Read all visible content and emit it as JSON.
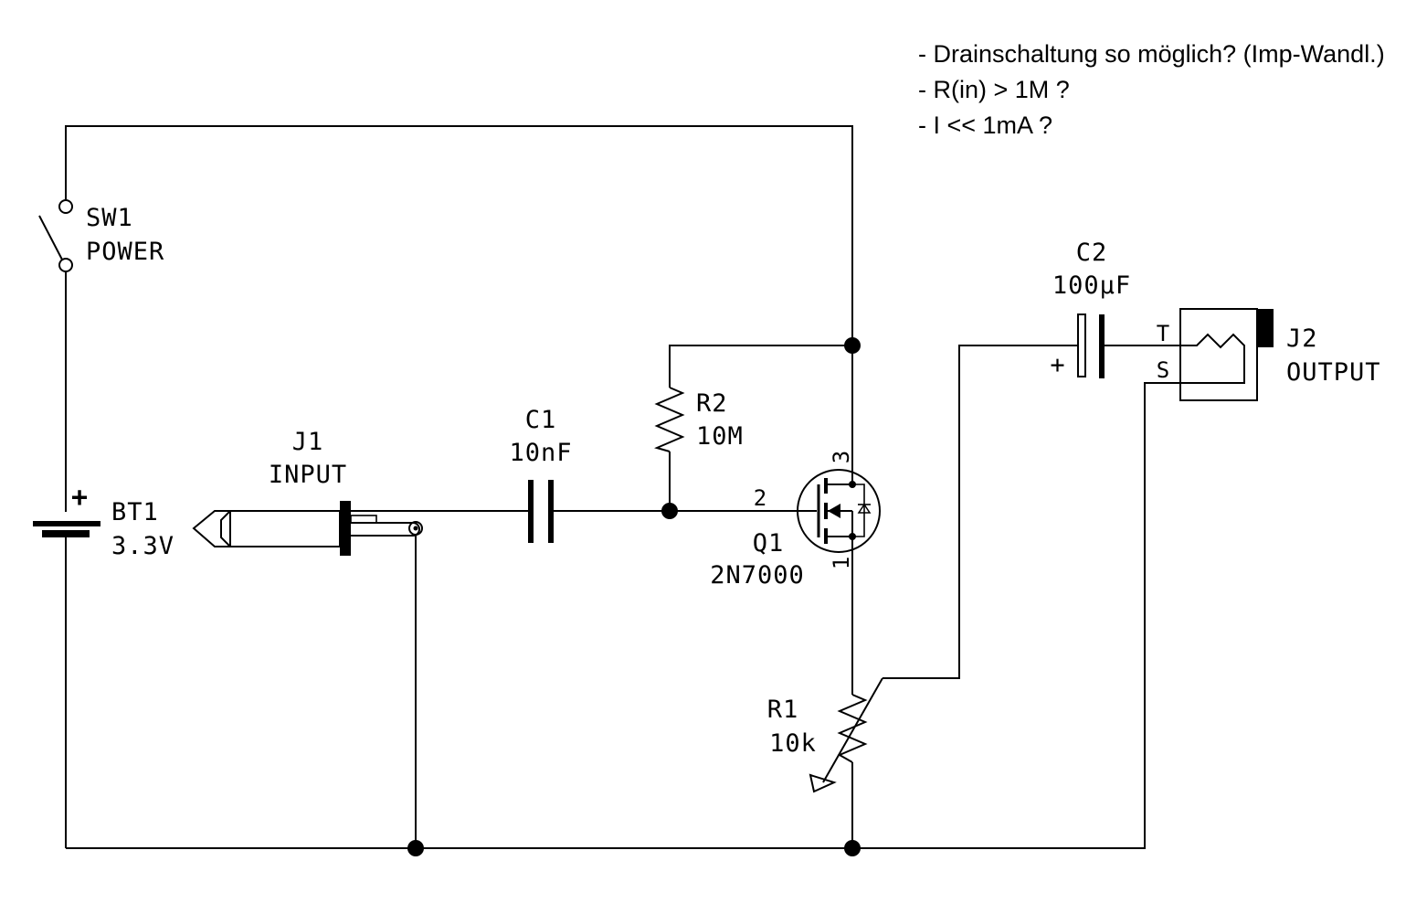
{
  "notes": [
    "- Drainschaltung so möglich? (Imp-Wandl.)",
    "- R(in) > 1M ?",
    "- I << 1mA ?"
  ],
  "components": {
    "sw1": {
      "ref": "SW1",
      "value": "POWER"
    },
    "bt1": {
      "ref": "BT1",
      "value": "3.3V",
      "polarity": "+"
    },
    "j1": {
      "ref": "J1",
      "value": "INPUT"
    },
    "c1": {
      "ref": "C1",
      "value": "10nF"
    },
    "r2": {
      "ref": "R2",
      "value": "10M"
    },
    "q1": {
      "ref": "Q1",
      "value": "2N7000",
      "pin_gate": "2",
      "pin_drain": "3",
      "pin_source": "1"
    },
    "r1": {
      "ref": "R1",
      "value": "10k"
    },
    "c2": {
      "ref": "C2",
      "value": "100µF",
      "polarity": "+"
    },
    "j2": {
      "ref": "J2",
      "value": "OUTPUT",
      "pin_tip": "T",
      "pin_sleeve": "S"
    }
  }
}
